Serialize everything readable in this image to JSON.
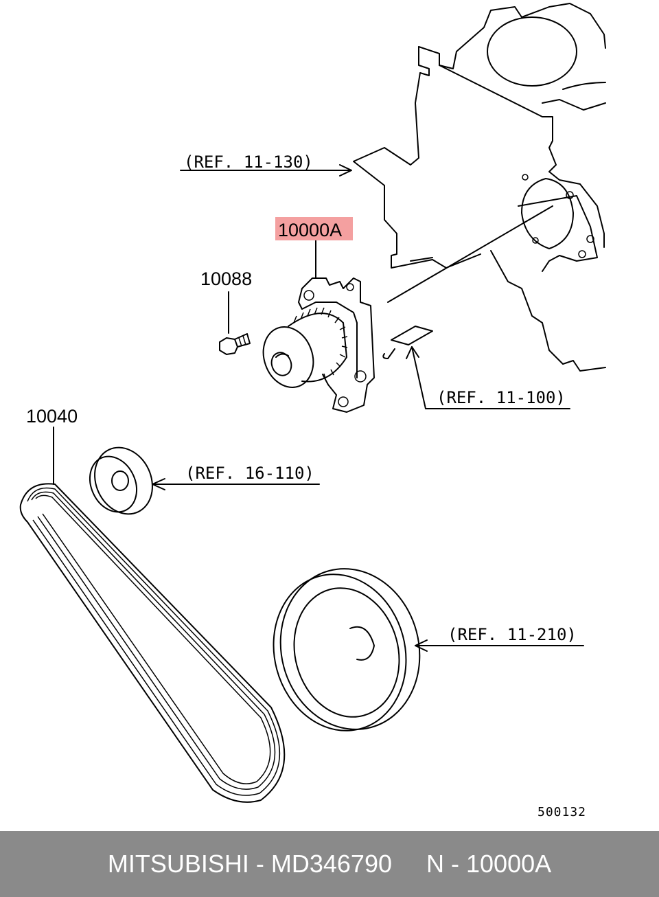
{
  "callouts": {
    "ref_11_130": "(REF. 11-130)",
    "ref_11_100": "(REF. 11-100)",
    "ref_16_110": "(REF. 16-110)",
    "ref_11_210": "(REF. 11-210)",
    "part_water_pump": "10000A",
    "part_bolt": "10088",
    "part_belt": "10040"
  },
  "highlight_color": "#f4a0a0",
  "drawing_code": "500132",
  "footer": {
    "text": "MITSUBISHI - MD346790     N - 10000A",
    "background": "#8a8a8a"
  }
}
